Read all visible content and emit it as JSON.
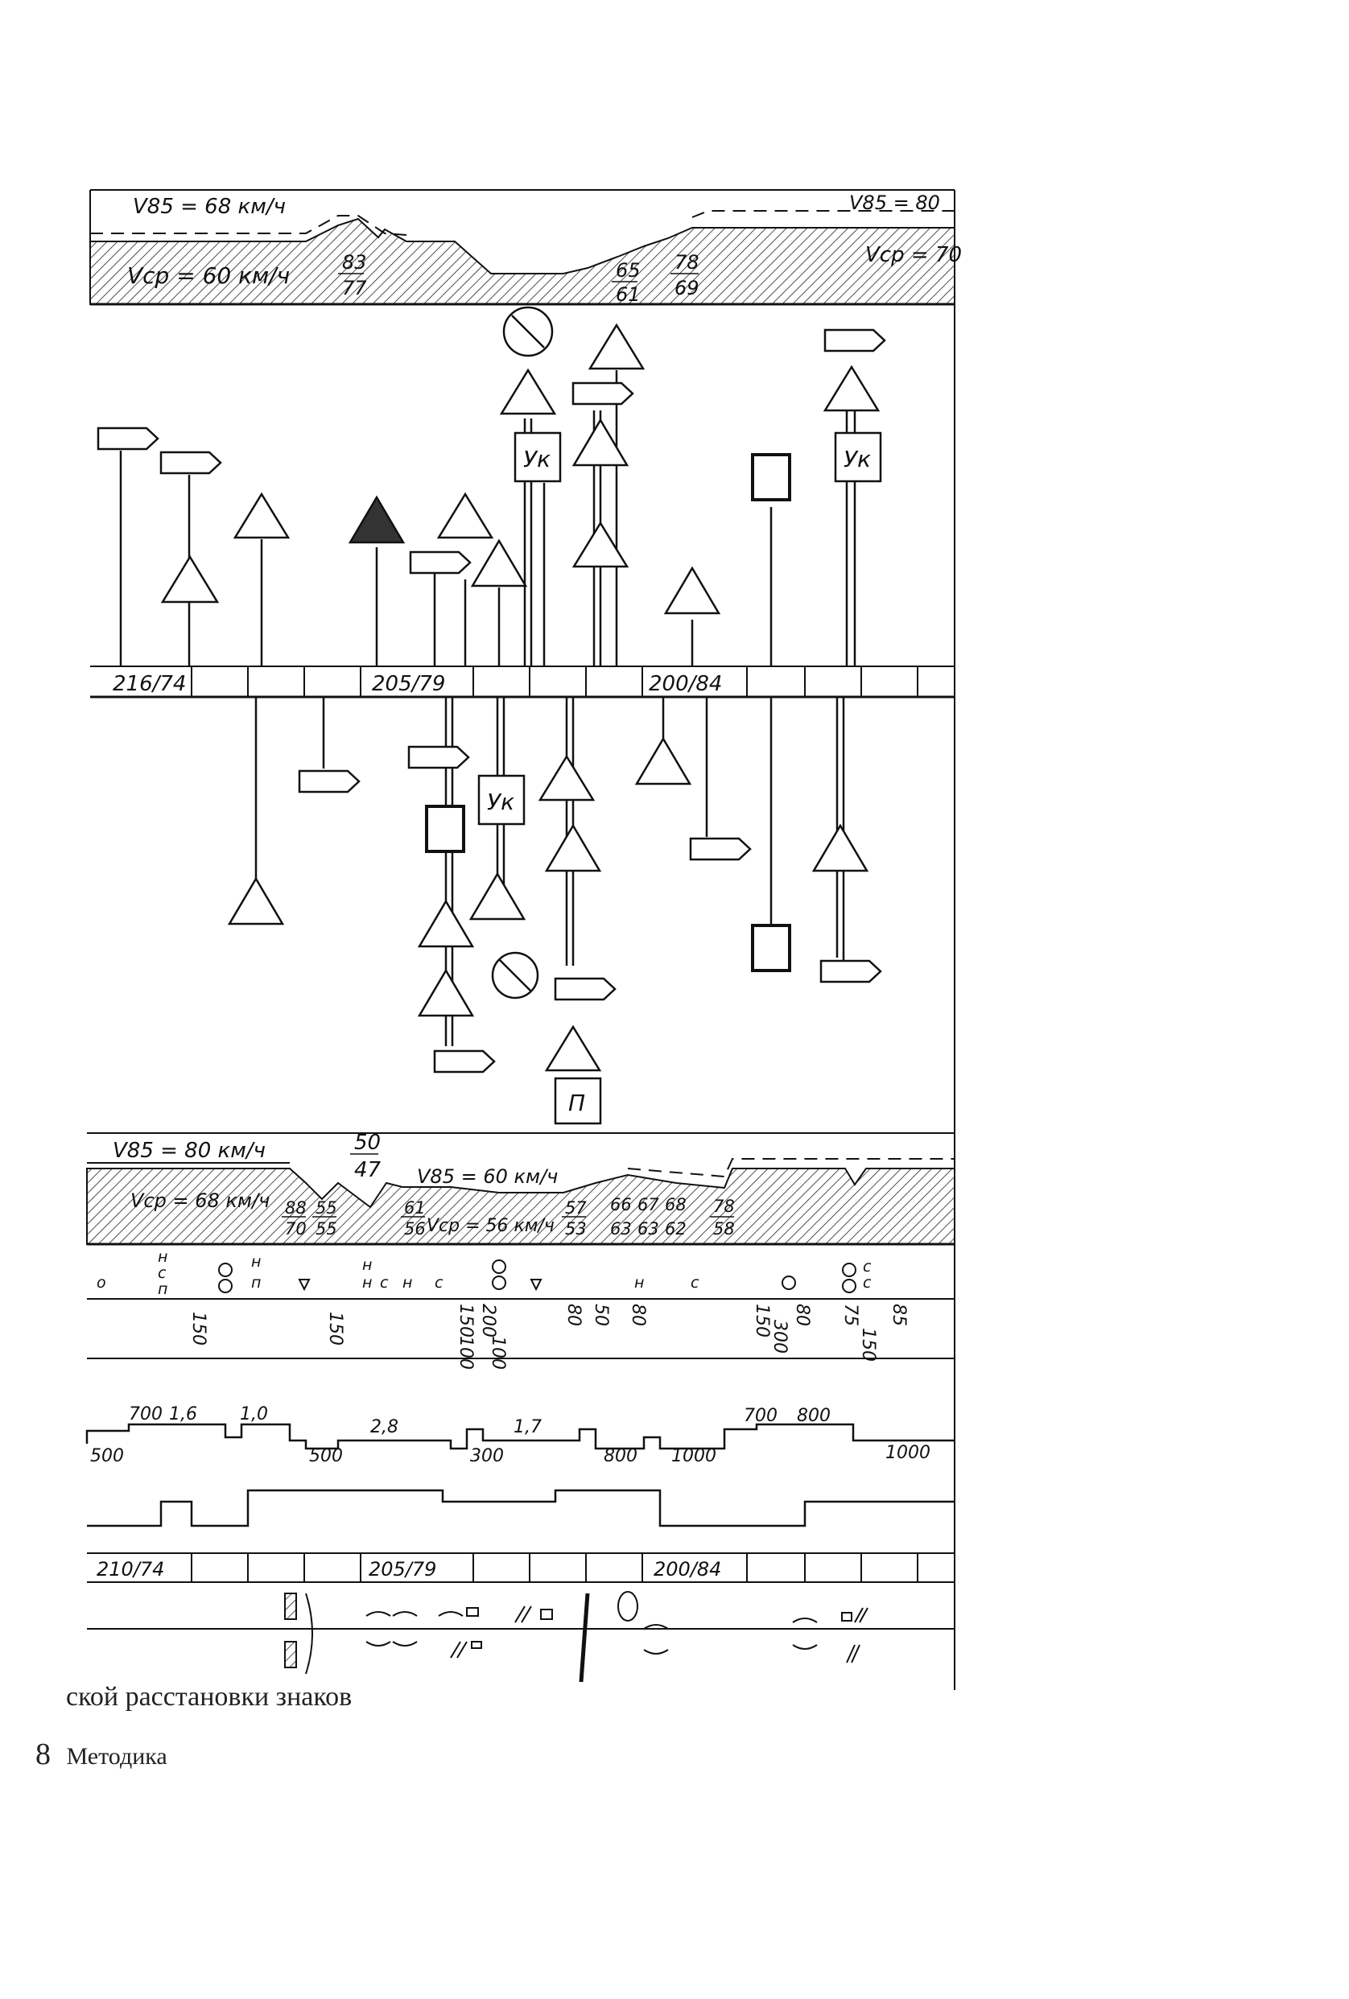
{
  "top_profile": {
    "v85_left": "V85 = 68 км/ч",
    "vcp_left": "Vср = 60 км/ч",
    "v85_right": "V85 = 80",
    "vcp_right": "Vср = 70",
    "fractions": [
      {
        "num": "83",
        "den": "77"
      },
      {
        "num": "65",
        "den": "61"
      },
      {
        "num": "78",
        "den": "69"
      }
    ]
  },
  "mid_band": {
    "labels": [
      "216/74",
      "205/79",
      "200/84"
    ]
  },
  "signs": {
    "uk_label": "Ук",
    "p_label": "П"
  },
  "bottom_profile": {
    "v85_left": "V85 = 80 км/ч",
    "vcp_left": "Vср = 68 км/ч",
    "v85_mid": "V85 = 60 км/ч",
    "vcp_mid": "Vср = 56 км/ч",
    "peak": {
      "num": "50",
      "den": "47"
    },
    "fractions": [
      {
        "num": "88",
        "den": "70"
      },
      {
        "num": "55",
        "den": "55"
      },
      {
        "num": "61",
        "den": "56"
      },
      {
        "num": "57",
        "den": "53"
      },
      {
        "num": "66",
        "den": "63"
      },
      {
        "num": "67",
        "den": "63"
      },
      {
        "num": "68",
        "den": "62"
      },
      {
        "num": "78",
        "den": "58"
      }
    ]
  },
  "symbol_row": [
    "о",
    "н",
    "с",
    "п",
    "н",
    "п",
    "н",
    "н",
    "с",
    "н",
    "с",
    "н",
    "с",
    "с",
    "с"
  ],
  "distances": [
    "150",
    "150",
    "150",
    "100",
    "200",
    "100",
    "80",
    "50",
    "80",
    "150",
    "300",
    "80",
    "75",
    "150",
    "85"
  ],
  "step_labels": [
    "700",
    "1,6",
    "1,0",
    "2,8",
    "1,7",
    "700",
    "800",
    "500",
    "500",
    "300",
    "800",
    "1000",
    "1000"
  ],
  "bottom_band": {
    "labels": [
      "210/74",
      "205/79",
      "200/84"
    ]
  },
  "caption": {
    "line": "ской расстановки знаков",
    "page_number": "8",
    "running_title": "Методика"
  }
}
